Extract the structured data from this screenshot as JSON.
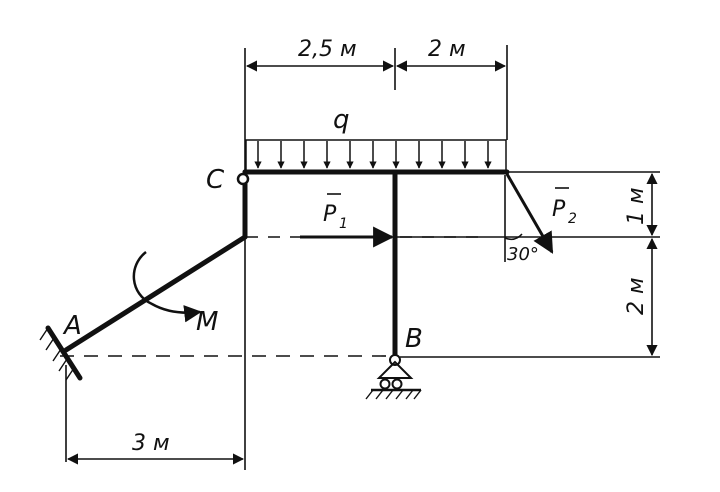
{
  "points": {
    "A": "A",
    "B": "B",
    "C": "C"
  },
  "loads": {
    "distributed": "q",
    "force_1": "P",
    "force_1_sub": "1",
    "force_2": "P",
    "force_2_sub": "2",
    "moment": "M",
    "angle": "30°"
  },
  "dimensions": {
    "top_left": "2,5 м",
    "top_right": "2 м",
    "right_upper": "1 м",
    "right_lower": "2 м",
    "bottom": "3 м"
  },
  "colors": {
    "ink": "#111111"
  }
}
